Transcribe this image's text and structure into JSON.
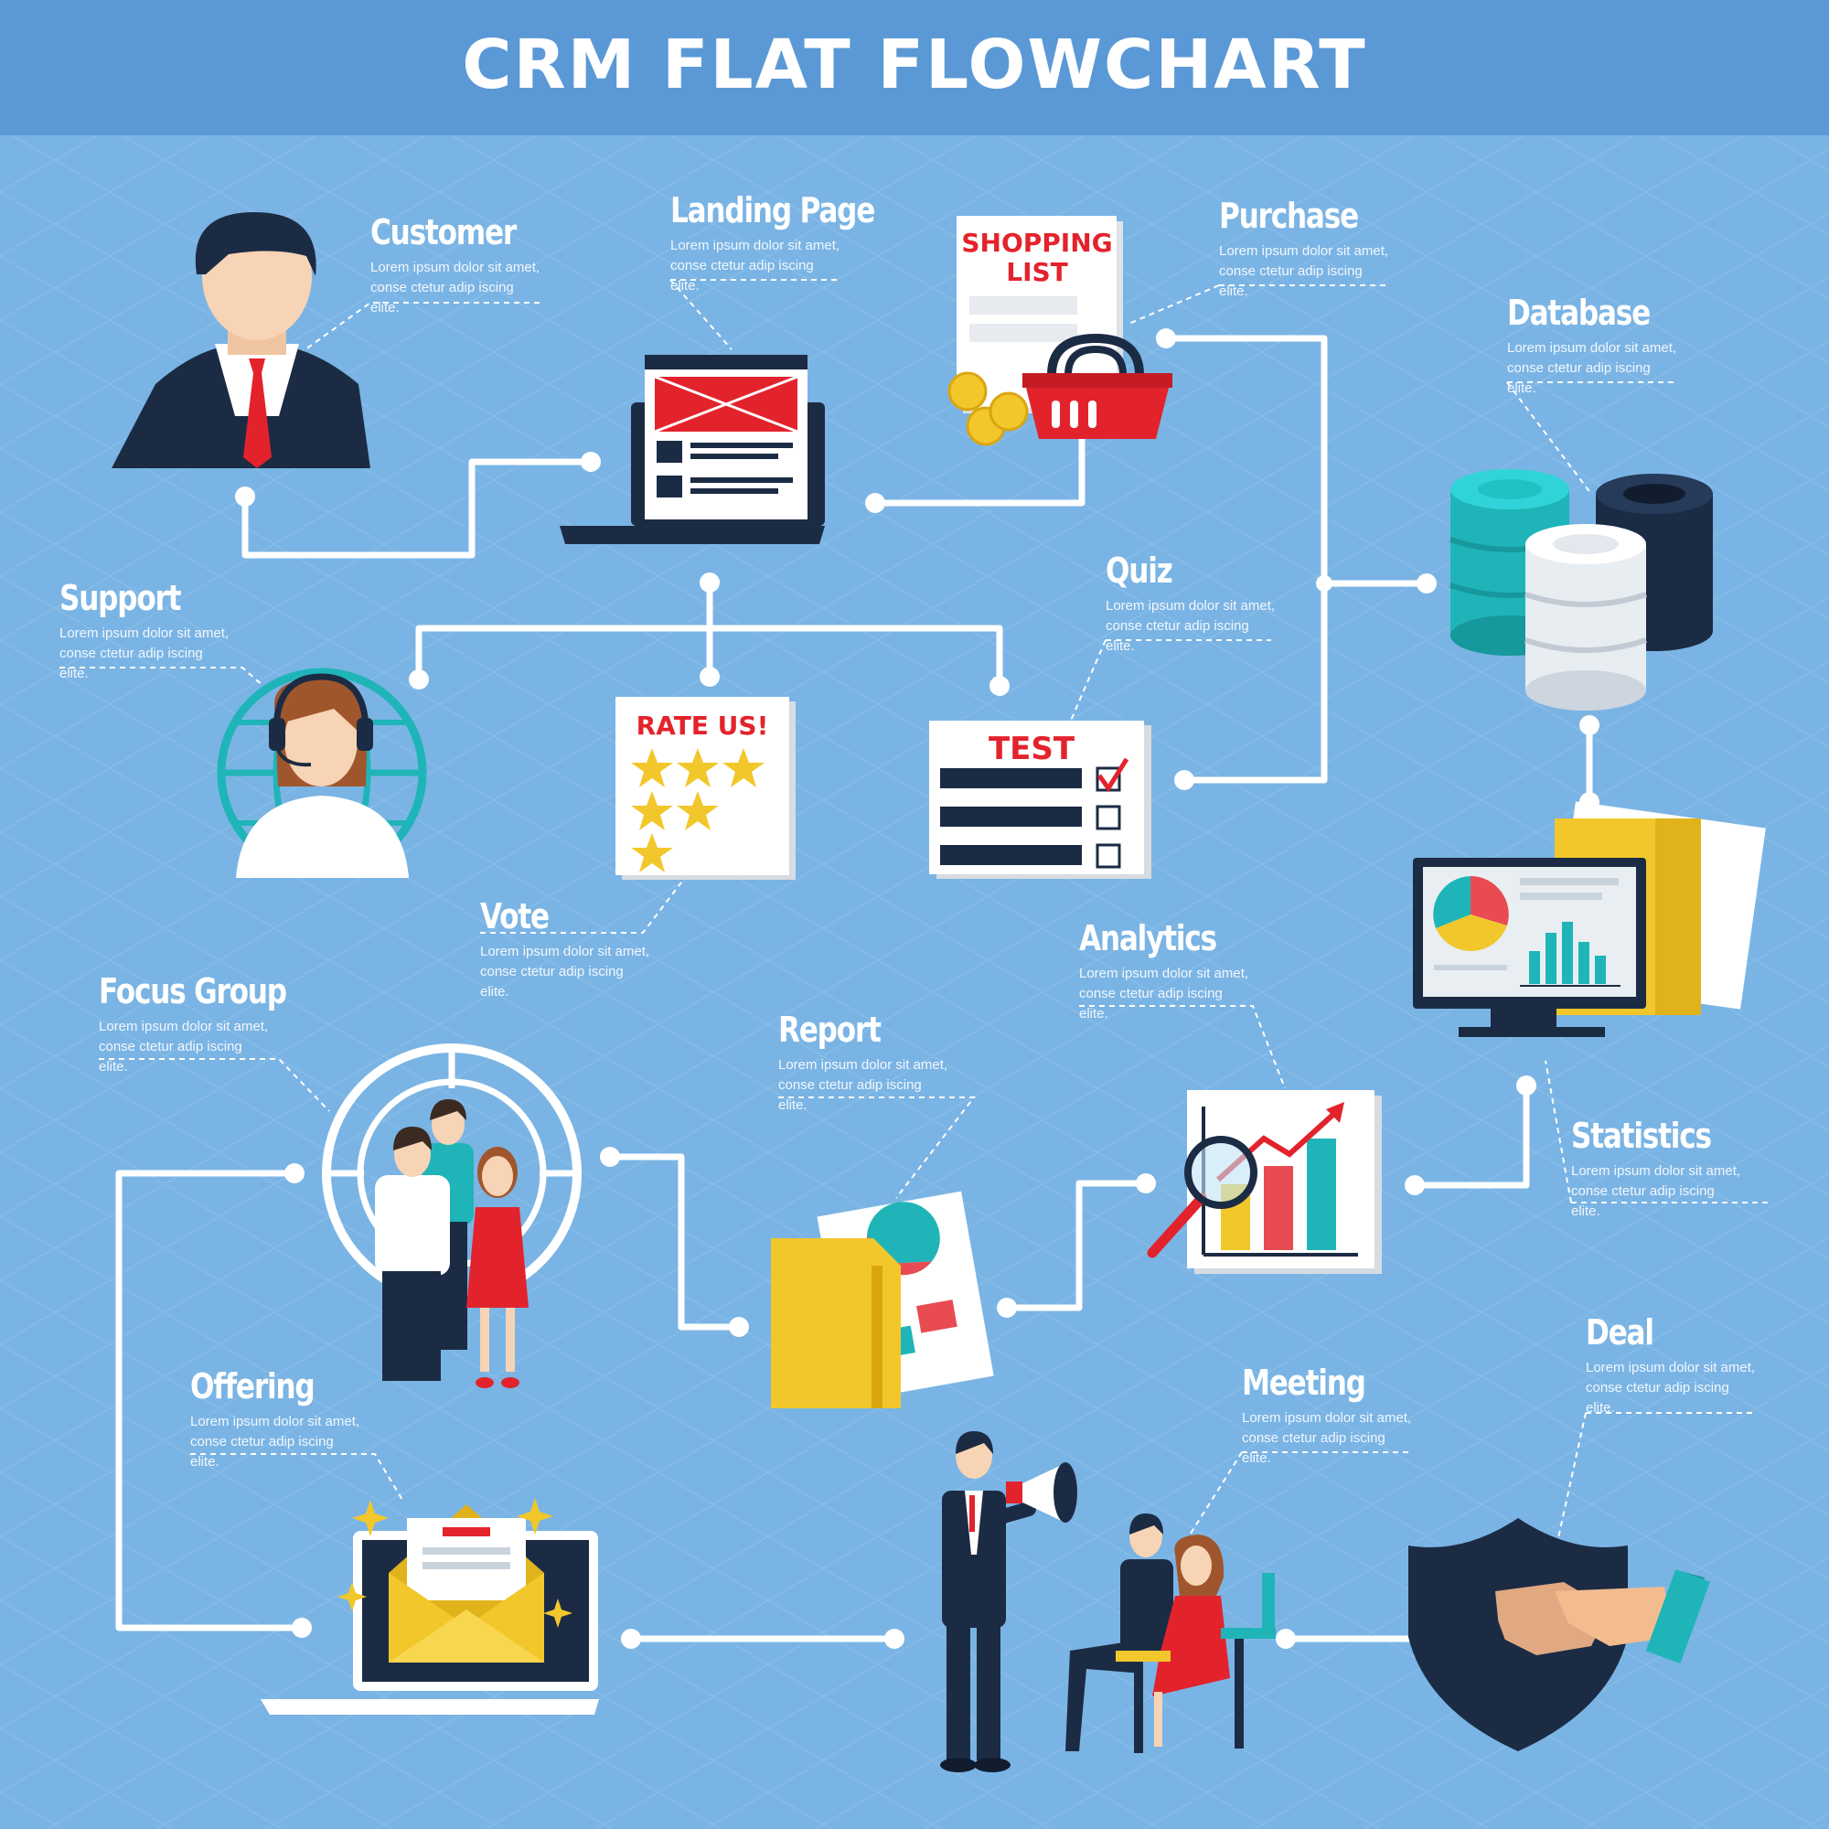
{
  "title": "CRM FLAT FLOWCHART",
  "colors": {
    "background": "#7ab4e4",
    "header": "#5b99d6",
    "connector": "#ffffff",
    "accent_red": "#e3232c",
    "accent_teal": "#1fb5b8",
    "accent_yellow": "#f2c72b",
    "navy": "#1c2b44"
  },
  "steps": [
    {
      "id": "customer",
      "title": "Customer",
      "text": "Lorem ipsum dolor sit amet, conse ctetur adip iscing elite.",
      "icon": "businessman-icon"
    },
    {
      "id": "landing_page",
      "title": "Landing Page",
      "text": "Lorem ipsum dolor sit amet, conse ctetur adip iscing elite.",
      "icon": "laptop-webpage-icon"
    },
    {
      "id": "purchase",
      "title": "Purchase",
      "text": "Lorem ipsum dolor sit amet, conse ctetur adip iscing elite.",
      "icon": "shopping-basket-icon"
    },
    {
      "id": "database",
      "title": "Database",
      "text": "Lorem ipsum dolor sit amet, conse ctetur adip iscing elite.",
      "icon": "database-cylinders-icon"
    },
    {
      "id": "support",
      "title": "Support",
      "text": "Lorem ipsum dolor sit amet, conse ctetur adip iscing elite.",
      "icon": "support-operator-icon"
    },
    {
      "id": "quiz",
      "title": "Quiz",
      "text": "Lorem ipsum dolor sit amet, conse ctetur adip iscing elite.",
      "icon": "test-sheet-icon"
    },
    {
      "id": "vote",
      "title": "Vote",
      "text": "Lorem ipsum dolor sit amet, conse ctetur adip iscing elite.",
      "icon": "rate-us-stars-icon"
    },
    {
      "id": "analytics",
      "title": "Analytics",
      "text": "Lorem ipsum dolor sit amet, conse ctetur adip iscing elite.",
      "icon": "bar-chart-magnifier-icon"
    },
    {
      "id": "focus_group",
      "title": "Focus Group",
      "text": "Lorem ipsum dolor sit amet, conse ctetur adip iscing elite.",
      "icon": "target-group-icon"
    },
    {
      "id": "report",
      "title": "Report",
      "text": "Lorem ipsum dolor sit amet, conse ctetur adip iscing elite.",
      "icon": "report-folder-icon"
    },
    {
      "id": "statistics",
      "title": "Statistics",
      "text": "Lorem ipsum dolor sit amet, conse ctetur adip iscing elite.",
      "icon": "monitor-statistics-icon"
    },
    {
      "id": "offering",
      "title": "Offering",
      "text": "Lorem ipsum dolor sit amet, conse ctetur adip iscing elite.",
      "icon": "email-laptop-icon"
    },
    {
      "id": "meeting",
      "title": "Meeting",
      "text": "Lorem ipsum dolor sit amet, conse ctetur adip iscing elite.",
      "icon": "meeting-megaphone-icon"
    },
    {
      "id": "deal",
      "title": "Deal",
      "text": "Lorem ipsum dolor sit amet, conse ctetur adip iscing elite.",
      "icon": "handshake-shield-icon"
    }
  ],
  "icon_text": {
    "shopping_list": [
      "SHOPPING",
      "LIST"
    ],
    "rate_us": "RATE US!",
    "test": "TEST"
  }
}
